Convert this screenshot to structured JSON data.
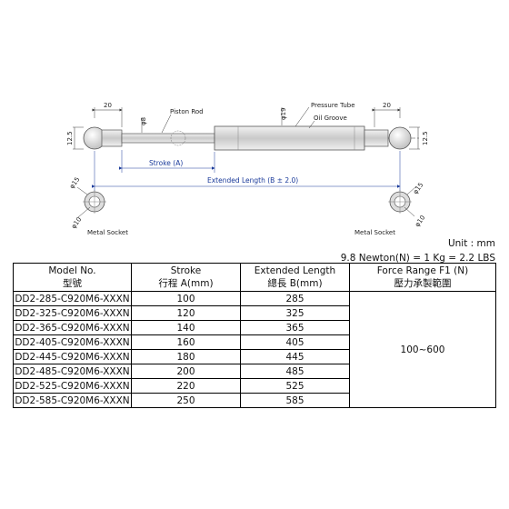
{
  "drawing": {
    "labels": {
      "piston_rod": "Piston Rod",
      "pressure_tube": "Pressure Tube",
      "oil_groove": "Oil Groove",
      "stroke": "Stroke (A)",
      "extended_length": "Extended Length (B ± 2.0)",
      "metal_socket": "Metal Socket"
    },
    "dims": {
      "left_20": "20",
      "right_20": "20",
      "phi8": "φ8",
      "phi19": "φ19",
      "left_12_5": "12.5",
      "right_12_5": "12.5",
      "phi15": "φ15",
      "phi10": "φ10"
    }
  },
  "unit_text": "Unit : mm",
  "conversion_text": "9.8 Newton(N) = 1 Kg = 2.2 LBS",
  "table": {
    "headers": [
      {
        "en": "Model No.",
        "zh": "型號"
      },
      {
        "en": "Stroke",
        "zh": "行程 A(mm)"
      },
      {
        "en": "Extended Length",
        "zh": "總長 B(mm)"
      },
      {
        "en": "Force Range F1 (N)",
        "zh": "壓力承製範圍"
      }
    ],
    "rows": [
      {
        "model": "DD2-285-C920M6-XXXN",
        "stroke": "100",
        "length": "285"
      },
      {
        "model": "DD2-325-C920M6-XXXN",
        "stroke": "120",
        "length": "325"
      },
      {
        "model": "DD2-365-C920M6-XXXN",
        "stroke": "140",
        "length": "365"
      },
      {
        "model": "DD2-405-C920M6-XXXN",
        "stroke": "160",
        "length": "405"
      },
      {
        "model": "DD2-445-C920M6-XXXN",
        "stroke": "180",
        "length": "445"
      },
      {
        "model": "DD2-485-C920M6-XXXN",
        "stroke": "200",
        "length": "485"
      },
      {
        "model": "DD2-525-C920M6-XXXN",
        "stroke": "220",
        "length": "525"
      },
      {
        "model": "DD2-585-C920M6-XXXN",
        "stroke": "250",
        "length": "585"
      }
    ],
    "force_range": "100~600"
  }
}
